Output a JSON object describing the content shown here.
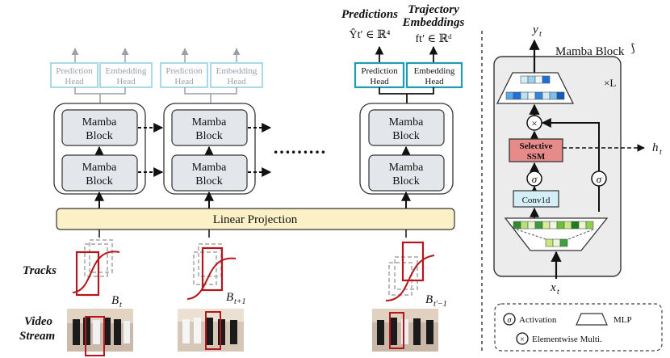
{
  "header": {
    "predictions_title": "Predictions",
    "predictions_math": "Ŷt′ ∈ ℝ⁴",
    "trajectory_title_line1": "Trajectory",
    "trajectory_title_line2": "Embeddings",
    "trajectory_math": "ft′ ∈ ℝᵈ"
  },
  "heads": {
    "prediction_line1": "Prediction",
    "prediction_line2": "Head",
    "embedding_line1": "Embedding",
    "embedding_line2": "Head"
  },
  "block": {
    "line1": "Mamba",
    "line2": "Block"
  },
  "ellipsis": "………",
  "linear_projection": "Linear Projection",
  "side_labels": {
    "tracks": "Tracks",
    "video_line1": "Video",
    "video_line2": "Stream"
  },
  "box_labels": {
    "b1_base": "B",
    "b1_sub": "t",
    "b2_base": "B",
    "b2_sub": "t+1",
    "b3_base": "B",
    "b3_sub": "t′−1"
  },
  "detail": {
    "title": "Mamba Block",
    "repeat": "×L",
    "output": "y",
    "output_sub": "t",
    "input": "x",
    "input_sub": "t",
    "hidden": "h",
    "hidden_sub": "t",
    "multiply": "×",
    "sigma": "σ",
    "selective_line1": "Selective",
    "selective_line2": "SSM",
    "conv": "Conv1d"
  },
  "legend": {
    "activation_symbol": "σ",
    "activation": "Activation",
    "mlp": "MLP",
    "multiply_symbol": "×",
    "multiply": "Elementwise Multi."
  },
  "colors": {
    "block_fill": "#e3e6ea",
    "linear_fill": "#fbf0c6",
    "head_active": "#1f9bb2",
    "head_faded": "#a8dbe5",
    "ssm_fill": "#e78a8a",
    "conv_fill": "#d3eef7",
    "curve": "#b3161c"
  }
}
